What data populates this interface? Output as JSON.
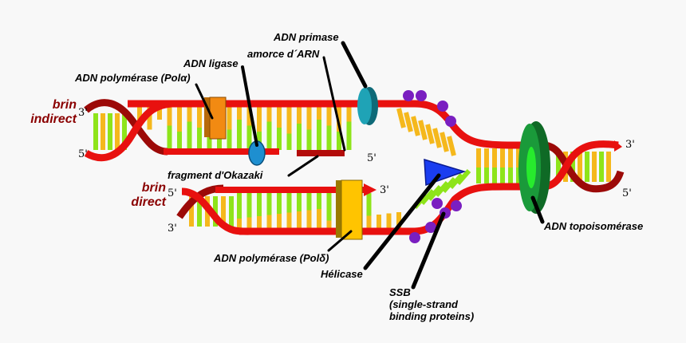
{
  "colors": {
    "backbone": "#e8110f",
    "backbone_dark": "#9c0a08",
    "base_green": "#8ee41a",
    "base_orange": "#f5b81c",
    "strand_label": "#8a0000",
    "primase": "#1fa3b6",
    "ligase": "#1e8fd0",
    "pol_alpha": "#f28a12",
    "pol_delta": "#ffc400",
    "helicase": "#1a3df0",
    "topo": "#1a9a3a",
    "ssb": "#7a1fc0"
  },
  "labels": {
    "brin_indirect": [
      "brin",
      "indirect"
    ],
    "brin_direct": [
      "brin",
      "direct"
    ],
    "adn_primase": "ADN primase",
    "amorce_arn": "amorce d´ARN",
    "adn_ligase": "ADN ligase",
    "pol_alpha": "ADN polymérase (Polα)",
    "fragment_okazaki": "fragment d'Okazaki",
    "pol_delta": "ADN polymérase (Polδ)",
    "helicase": "Hélicase",
    "ssb": [
      "SSB",
      "(single-strand",
      "binding proteins)"
    ],
    "topoisomerase": "ADN topoisomérase"
  },
  "ends": {
    "upper_left_top": "3'",
    "upper_left_bottom": "5'",
    "upper_fragment_end": "5'",
    "lower_left_top": "5'",
    "lower_left_bottom": "3'",
    "lower_arrow_end": "3'",
    "right_top": "3'",
    "right_bottom": "5'"
  }
}
